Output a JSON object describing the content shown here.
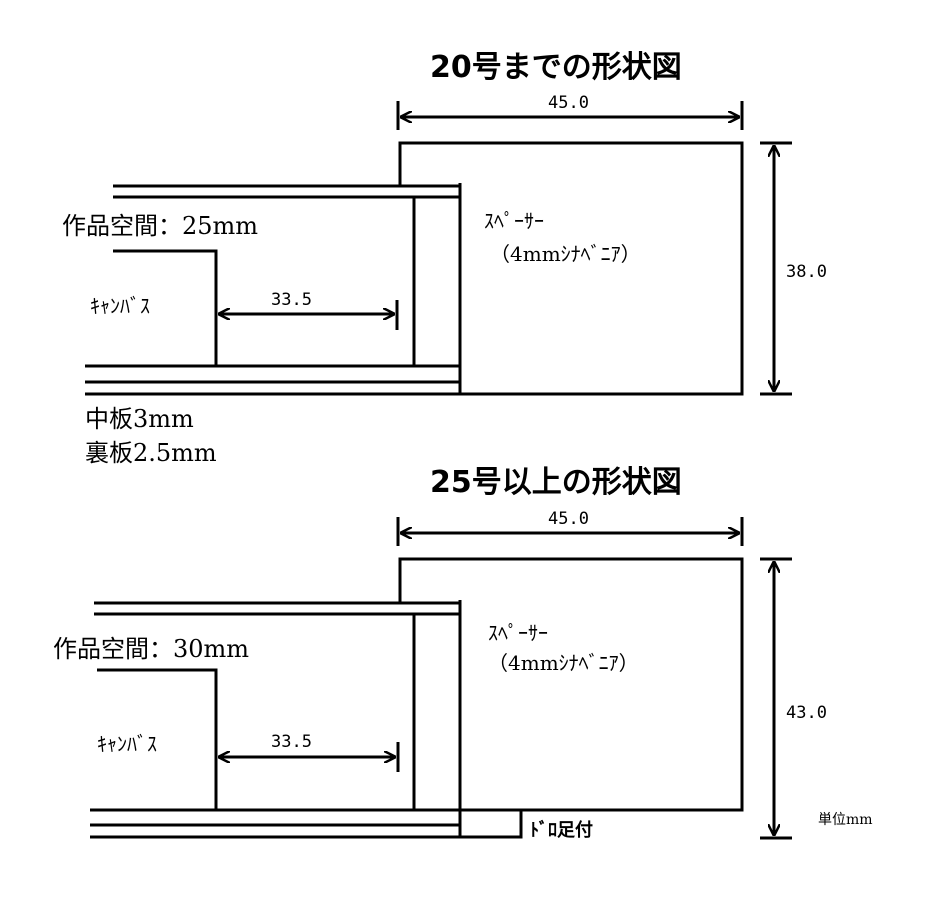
{
  "top": {
    "title": "20号までの形状図",
    "width_dim": "45.0",
    "height_dim": "38.0",
    "inner_dim": "33.5",
    "work_space": "作品空間：25mm",
    "canvas": "ｷｬﾝﾊﾞｽ",
    "spacer_line1": "ｽﾍﾟｰｻｰ",
    "spacer_line2": "（4mmｼﾅﾍﾞﾆｱ）",
    "middle_board": "中板3mm",
    "back_board": "裏板2.5mm"
  },
  "bottom": {
    "title": "25号以上の形状図",
    "width_dim": "45.0",
    "height_dim": "43.0",
    "inner_dim": "33.5",
    "work_space": "作品空間：30mm",
    "canvas": "ｷｬﾝﾊﾞｽ",
    "spacer_line1": "ｽﾍﾟｰｻｰ",
    "spacer_line2": "（4mmｼﾅﾍﾞﾆｱ）",
    "foot_label": "ﾄﾞﾛ足付",
    "unit": "単位mm"
  }
}
